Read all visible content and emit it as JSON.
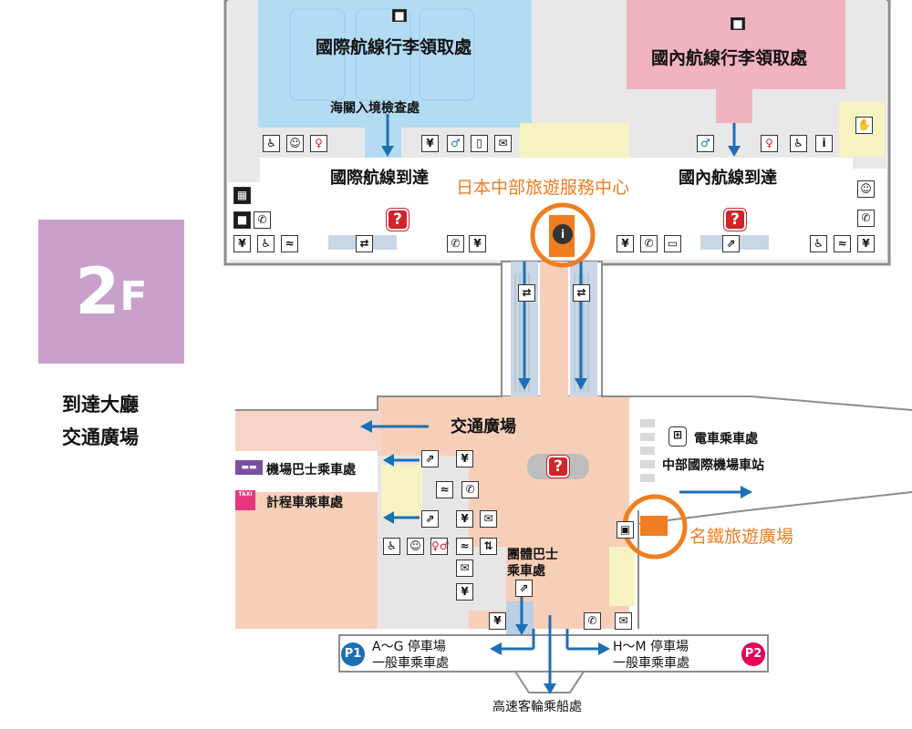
{
  "floor": {
    "number": "2",
    "suffix": "F",
    "captions": [
      "到達大廳",
      "交通廣場"
    ]
  },
  "areas": {
    "intl_baggage_claim": "國際航線行李領取處",
    "dom_baggage_claim": "國內航線行李領取處",
    "customs": "海關入境檢查處",
    "intl_arrivals": "國際航線到達",
    "dom_arrivals": "國內航線到達",
    "info_center": "日本中部旅遊服務中心",
    "transport_plaza": "交通廣場",
    "train_boarding": "電車乘車處",
    "airport_station": "中部國際機場車站",
    "meitetsu_plaza": "名鐵旅遊廣場",
    "group_bus": [
      "團體巴士",
      "乘車處"
    ],
    "ferry": "高速客輪乘船處"
  },
  "transport": {
    "airport_bus": "機場巴士乘車處",
    "taxi": "計程車乘車處",
    "taxi_sign": "TAXI",
    "parking_left": {
      "badge": "P1",
      "line1": "A～G 停車場",
      "line2": "一般車乘車處"
    },
    "parking_right": {
      "badge": "P2",
      "line1": "H～M 停車場",
      "line2": "一般車乘車處"
    }
  },
  "colors": {
    "intl_zone": "#b3dcf4",
    "dom_zone": "#f2b3c0",
    "plaza": "#f7cfb8",
    "arrow_blue": "#1c6fb5",
    "highlight_orange": "#f07d1f",
    "floor_badge": "#c9a0c9",
    "help_red": "#d2232a"
  },
  "icons": [
    "baggage-icon",
    "restroom-icon",
    "family-restroom-icon",
    "nursing-room-icon",
    "information-icon",
    "help-icon",
    "phone-icon",
    "locker-icon",
    "escalator-icon",
    "elevator-icon",
    "train-icon",
    "bus-icon",
    "taxi-icon",
    "mail-icon",
    "atm-icon",
    "smoking-area-icon",
    "computer-icon"
  ]
}
